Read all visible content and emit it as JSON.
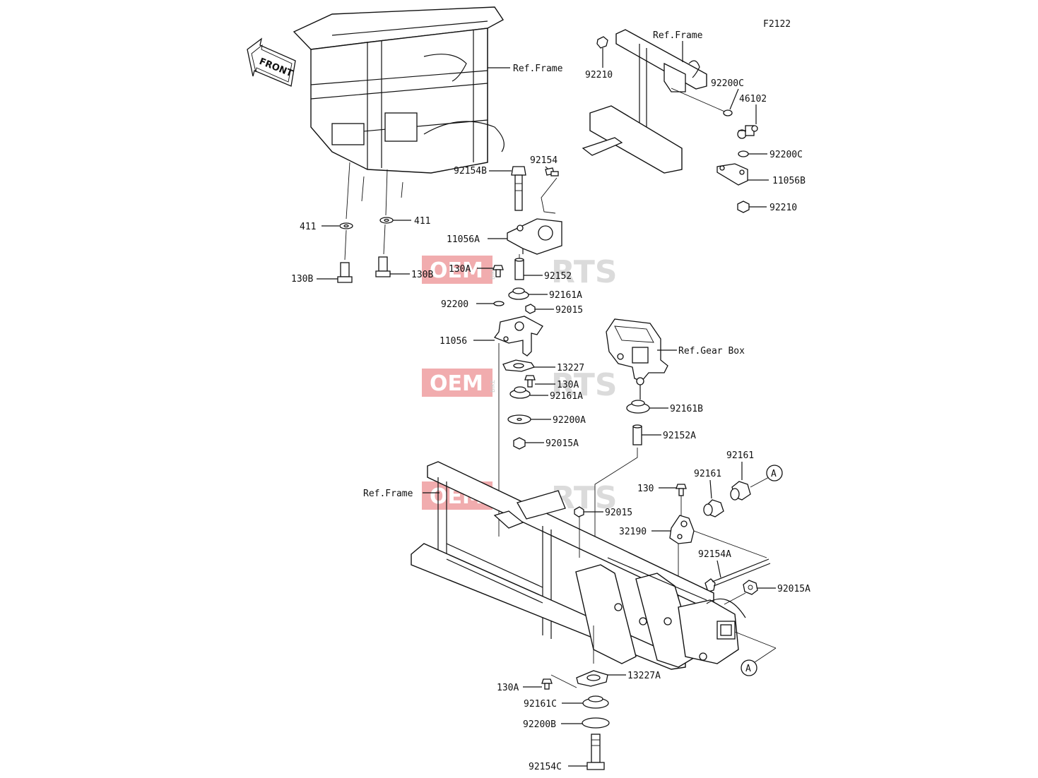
{
  "figure_code": "F2122",
  "direction_arrow": "FRONT",
  "watermark": {
    "left": "OEM",
    "middle": "BIKE",
    "right": "RTS"
  },
  "refs": {
    "frame_top_left": "Ref.Frame",
    "frame_top_right": "Ref.Frame",
    "frame_bottom": "Ref.Frame",
    "gear_box": "Ref.Gear Box"
  },
  "callout_marker": "A",
  "labels": {
    "p411_left": "411",
    "p411_right": "411",
    "p130B_left": "130B",
    "p130B_right": "130B",
    "p92210_top": "92210",
    "p92200C_top": "92200C",
    "p46102": "46102",
    "p92200C_mid": "92200C",
    "p11056B": "11056B",
    "p92210_bottom": "92210",
    "p92154": "92154",
    "p92154B": "92154B",
    "p11056A": "11056A",
    "p130A_upper": "130A",
    "p92152": "92152",
    "p92161A_upper": "92161A",
    "p92200": "92200",
    "p92015_upper": "92015",
    "p11056": "11056",
    "p13227": "13227",
    "p130A_mid": "130A",
    "p92161A_lower": "92161A",
    "p92200A": "92200A",
    "p92015A_left": "92015A",
    "p92161B": "92161B",
    "p92152A": "92152A",
    "p92161_right": "92161",
    "p92161_left": "92161",
    "p130": "130",
    "p92015_lower": "92015",
    "p32190": "32190",
    "p92154A": "92154A",
    "p92015A_right": "92015A",
    "p13227A": "13227A",
    "p130A_lower": "130A",
    "p92161C": "92161C",
    "p92200B": "92200B",
    "p92154C": "92154C"
  }
}
